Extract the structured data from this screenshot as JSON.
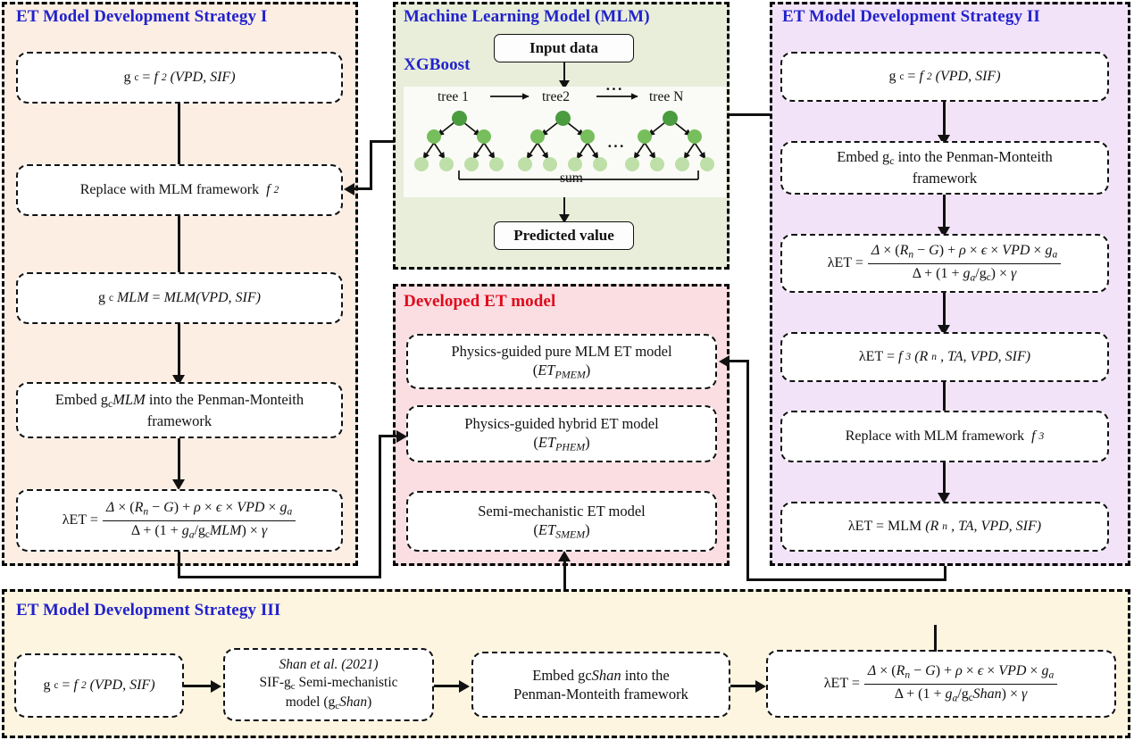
{
  "panels": {
    "strategy1": {
      "title": "ET Model Development Strategy I",
      "title_color": "#2222CC",
      "bg": "#FDEEE4"
    },
    "mlm": {
      "title": "Machine Learning Model (MLM)",
      "subtitle": "XGBoost",
      "title_color": "#2222CC",
      "bg": "#E8EEDA"
    },
    "strategy2": {
      "title": "ET Model Development Strategy II",
      "title_color": "#2222CC",
      "bg": "#F2E3F8"
    },
    "developed": {
      "title": "Developed ET model",
      "title_color": "#E1091B",
      "bg": "#FADEE2"
    },
    "strategy3": {
      "title": "ET Model Development Strategy III",
      "title_color": "#2222CC",
      "bg": "#FDF5DF"
    }
  },
  "strategy1": {
    "box1": "g_c = f_2(VPD, SIF)",
    "box2": "Replace with MLM framework f_2",
    "box3": "g_cMLM = MLM(VPD, SIF)",
    "box4": "Embed g_cMLM into the Penman-Monteith framework",
    "box5_lhs": "λET =",
    "box5_num": "Δ × (R_n − G) + ρ × ϵ × VPD × g_a",
    "box5_den": "Δ + (1 + g_a/g_cMLM) × γ"
  },
  "mlm": {
    "input": "Input data",
    "output": "Predicted value",
    "sum": "sum",
    "tree_labels": [
      "tree 1",
      "tree2",
      "tree N"
    ],
    "ellipsis": "···",
    "node_colors": {
      "root": "#4B9B3F",
      "mid": "#77BE5C",
      "leaf": "#BEDFA8"
    }
  },
  "strategy2": {
    "box1": "g_c = f_2(VPD, SIF)",
    "box2": "Embed g_c into the Penman-Monteith framework",
    "box3_lhs": "λET =",
    "box3_num": "Δ × (R_n − G) + ρ × ϵ × VPD × g_a",
    "box3_den": "Δ + (1 + g_a/g_c) × γ",
    "box4": "λET = f_3(R_n, TA, VPD, SIF)",
    "box5": "Replace with MLM framework f_3",
    "box6": "λET = MLM(R_n, TA, VPD, SIF)"
  },
  "developed": {
    "model1_line1": "Physics-guided pure MLM ET model",
    "model1_line2": "(ET_PMEM)",
    "model2_line1": "Physics-guided hybrid ET model",
    "model2_line2": "(ET_PHEM)",
    "model3_line1": "Semi-mechanistic ET model",
    "model3_line2": "(ET_SMEM)"
  },
  "strategy3": {
    "box1": "g_c = f_2(VPD, SIF)",
    "box2_line1": "Shan et al. (2021)",
    "box2_line2": "SIF-g_c Semi-mechanistic",
    "box2_line3": "model (g_cShan)",
    "box3_line1": "Embed gcShan into the",
    "box3_line2": "Penman-Monteith framework",
    "box4_lhs": "λET =",
    "box4_num": "Δ × (R_n − G) + ρ × ϵ × VPD × g_a",
    "box4_den": "Δ + (1 + g_a/g_cShan) × γ"
  }
}
